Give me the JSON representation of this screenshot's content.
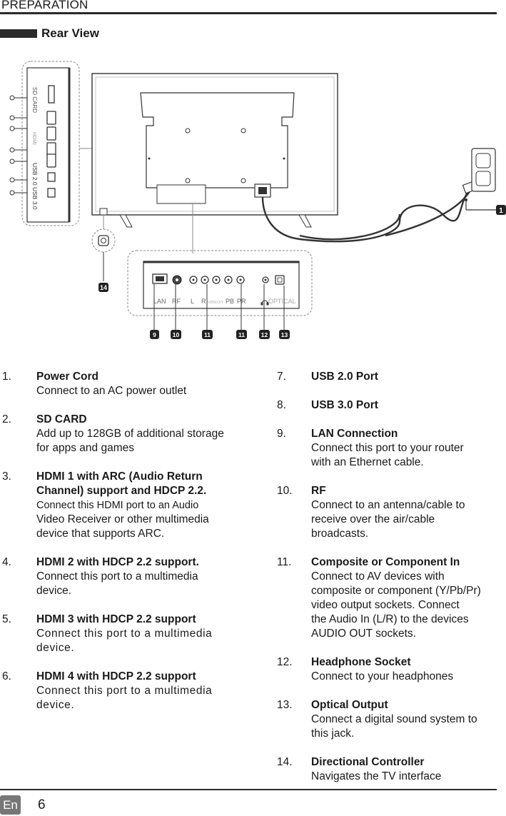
{
  "header": {
    "section": "PREPARATION",
    "subtitle": "Rear View"
  },
  "diagram": {
    "side_labels": [
      "SD CARD",
      "HDMI",
      "USB 2.0",
      "USB 3.0"
    ],
    "bottom_ports": [
      "LAN",
      "RF",
      "L",
      "R",
      "VIDEO/Y",
      "PB",
      "PR",
      "OPTICAL"
    ],
    "callouts": [
      "1",
      "14",
      "9",
      "10",
      "11",
      "11",
      "12",
      "13"
    ]
  },
  "left_items": [
    {
      "num": "1.",
      "title": "Power Cord",
      "desc": [
        "Connect to an AC power outlet"
      ]
    },
    {
      "num": "2.",
      "title": "SD CARD",
      "desc": [
        "Add up to 128GB of additional storage",
        "for apps and games"
      ]
    },
    {
      "num": "3.",
      "title": "HDMI 1 with ARC (Audio Return",
      "title2": "Channel) support and HDCP 2.2.",
      "desc": [
        "Connect this HDMI port to an Audio",
        "Video Receiver or other multimedia",
        "device that supports ARC."
      ]
    },
    {
      "num": "4.",
      "title": "HDMI 2 with HDCP 2.2 support.",
      "desc": [
        "Connect this port to a multimedia",
        "device."
      ]
    },
    {
      "num": "5.",
      "title": "HDMI 3 with HDCP 2.2 support",
      "desc": [
        "Connect this port to a multimedia",
        "device."
      ]
    },
    {
      "num": "6.",
      "title": "HDMI 4 with HDCP 2.2 support",
      "desc": [
        "Connect this port to a multimedia",
        "device."
      ]
    }
  ],
  "right_items": [
    {
      "num": "7.",
      "title": "USB 2.0 Port",
      "desc": []
    },
    {
      "num": "8.",
      "title": "USB 3.0 Port",
      "desc": []
    },
    {
      "num": "9.",
      "title": "LAN Connection",
      "desc": [
        "Connect this port to your router",
        "with an Ethernet cable."
      ]
    },
    {
      "num": "10.",
      "title": "RF",
      "desc": [
        "Connect to an antenna/cable to",
        "receive over the air/cable",
        "broadcasts."
      ]
    },
    {
      "num": "11.",
      "title": "Composite or Component In",
      "desc": [
        "Connect to AV devices with",
        "composite or component (Y/Pb/Pr)",
        "video output sockets. Connect",
        "the Audio In (L/R) to the devices",
        "AUDIO OUT sockets."
      ]
    },
    {
      "num": "12.",
      "title": "Headphone Socket",
      "desc": [
        "Connect to your headphones"
      ]
    },
    {
      "num": "13.",
      "title": "Optical Output",
      "desc": [
        "Connect a digital sound system to",
        "this jack."
      ]
    },
    {
      "num": "14.",
      "title": "Directional Controller",
      "desc": [
        "Navigates the TV interface"
      ]
    }
  ],
  "footer": {
    "lang": "En",
    "page": "6"
  }
}
